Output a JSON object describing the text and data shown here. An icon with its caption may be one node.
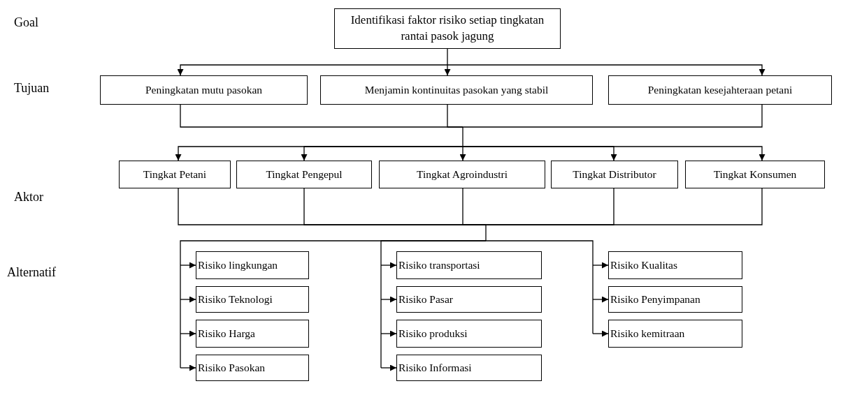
{
  "diagram": {
    "nodes": [
      {
        "text": [
          "Identifikasi faktor risiko setiap tingkatan rantai pasok jagung"
        ]
      },
      {
        "text": [
          "Peningkatan mutu pasokan"
        ]
      },
      {
        "text": [
          "Menjamin kontinuitas pasokan yang stabil"
        ]
      },
      {
        "text": [
          "Peningkatan kesejahteraan petani"
        ]
      },
      {
        "text": [
          "Tingkat Petani"
        ]
      },
      {
        "text": [
          "Tingkat Pengepul"
        ]
      },
      {
        "text": [
          "Tingkat Agroindustri"
        ]
      },
      {
        "text": [
          "Tingkat Distributor"
        ]
      },
      {
        "text": [
          "Tingkat Konsumen"
        ]
      },
      {
        "text": [
          "Risiko lingkungan"
        ]
      },
      {
        "text": [
          "Risiko Teknologi"
        ]
      },
      {
        "text": [
          "Risiko Harga"
        ]
      },
      {
        "text": [
          "Risiko Pasokan"
        ]
      },
      {
        "text": [
          "Risiko transportasi"
        ]
      },
      {
        "text": [
          "Risiko Pasar"
        ]
      },
      {
        "text": [
          "Risiko produksi"
        ]
      },
      {
        "text": [
          "Risiko Informasi"
        ]
      },
      {
        "text": [
          "Risiko Kualitas"
        ]
      },
      {
        "text": [
          "Risiko Penyimpanan"
        ]
      },
      {
        "text": [
          "Risiko kemitraan"
        ]
      }
    ],
    "edges": [
      {
        "from": 0,
        "to": 1,
        "arrow": "to"
      },
      {
        "from": 0,
        "to": 2,
        "arrow": "to"
      },
      {
        "from": 0,
        "to": 3,
        "arrow": "to"
      },
      {
        "from": 1,
        "to": 4,
        "arrow": "to"
      },
      {
        "from": 1,
        "to": 5,
        "arrow": "to"
      },
      {
        "from": 1,
        "to": 6,
        "arrow": "to"
      },
      {
        "from": 1,
        "to": 7,
        "arrow": "to"
      },
      {
        "from": 1,
        "to": 8,
        "arrow": "to"
      },
      {
        "from": 2,
        "to": 4,
        "arrow": "to"
      },
      {
        "from": 2,
        "to": 5,
        "arrow": "to"
      },
      {
        "from": 2,
        "to": 6,
        "arrow": "to"
      },
      {
        "from": 2,
        "to": 7,
        "arrow": "to"
      },
      {
        "from": 2,
        "to": 8,
        "arrow": "to"
      },
      {
        "from": 3,
        "to": 4,
        "arrow": "to"
      },
      {
        "from": 3,
        "to": 5,
        "arrow": "to"
      },
      {
        "from": 3,
        "to": 6,
        "arrow": "to"
      },
      {
        "from": 3,
        "to": 7,
        "arrow": "to"
      },
      {
        "from": 3,
        "to": 8,
        "arrow": "to"
      },
      {
        "from": 4,
        "to": 9,
        "arrow": "to"
      },
      {
        "from": 4,
        "to": 10,
        "arrow": "to"
      },
      {
        "from": 4,
        "to": 11,
        "arrow": "to"
      },
      {
        "from": 4,
        "to": 12,
        "arrow": "to"
      },
      {
        "from": 4,
        "to": 13,
        "arrow": "to"
      },
      {
        "from": 4,
        "to": 14,
        "arrow": "to"
      },
      {
        "from": 4,
        "to": 15,
        "arrow": "to"
      },
      {
        "from": 4,
        "to": 16,
        "arrow": "to"
      },
      {
        "from": 4,
        "to": 17,
        "arrow": "to"
      },
      {
        "from": 4,
        "to": 18,
        "arrow": "to"
      },
      {
        "from": 4,
        "to": 19,
        "arrow": "to"
      },
      {
        "from": 5,
        "to": 9,
        "arrow": "to"
      },
      {
        "from": 5,
        "to": 10,
        "arrow": "to"
      },
      {
        "from": 5,
        "to": 11,
        "arrow": "to"
      },
      {
        "from": 5,
        "to": 12,
        "arrow": "to"
      },
      {
        "from": 5,
        "to": 13,
        "arrow": "to"
      },
      {
        "from": 5,
        "to": 14,
        "arrow": "to"
      },
      {
        "from": 5,
        "to": 15,
        "arrow": "to"
      },
      {
        "from": 5,
        "to": 16,
        "arrow": "to"
      },
      {
        "from": 5,
        "to": 17,
        "arrow": "to"
      },
      {
        "from": 5,
        "to": 18,
        "arrow": "to"
      },
      {
        "from": 5,
        "to": 19,
        "arrow": "to"
      },
      {
        "from": 6,
        "to": 9,
        "arrow": "to"
      },
      {
        "from": 6,
        "to": 10,
        "arrow": "to"
      },
      {
        "from": 6,
        "to": 11,
        "arrow": "to"
      },
      {
        "from": 6,
        "to": 12,
        "arrow": "to"
      },
      {
        "from": 6,
        "to": 13,
        "arrow": "to"
      },
      {
        "from": 6,
        "to": 14,
        "arrow": "to"
      },
      {
        "from": 6,
        "to": 15,
        "arrow": "to"
      },
      {
        "from": 6,
        "to": 16,
        "arrow": "to"
      },
      {
        "from": 6,
        "to": 17,
        "arrow": "to"
      },
      {
        "from": 6,
        "to": 18,
        "arrow": "to"
      },
      {
        "from": 6,
        "to": 19,
        "arrow": "to"
      },
      {
        "from": 7,
        "to": 9,
        "arrow": "to"
      },
      {
        "from": 7,
        "to": 10,
        "arrow": "to"
      },
      {
        "from": 7,
        "to": 11,
        "arrow": "to"
      },
      {
        "from": 7,
        "to": 12,
        "arrow": "to"
      },
      {
        "from": 7,
        "to": 13,
        "arrow": "to"
      },
      {
        "from": 7,
        "to": 14,
        "arrow": "to"
      },
      {
        "from": 7,
        "to": 15,
        "arrow": "to"
      },
      {
        "from": 7,
        "to": 16,
        "arrow": "to"
      },
      {
        "from": 7,
        "to": 17,
        "arrow": "to"
      },
      {
        "from": 7,
        "to": 18,
        "arrow": "to"
      },
      {
        "from": 7,
        "to": 19,
        "arrow": "to"
      },
      {
        "from": 8,
        "to": 9,
        "arrow": "to"
      },
      {
        "from": 8,
        "to": 10,
        "arrow": "to"
      },
      {
        "from": 8,
        "to": 11,
        "arrow": "to"
      },
      {
        "from": 8,
        "to": 12,
        "arrow": "to"
      },
      {
        "from": 8,
        "to": 13,
        "arrow": "to"
      },
      {
        "from": 8,
        "to": 14,
        "arrow": "to"
      },
      {
        "from": 8,
        "to": 15,
        "arrow": "to"
      },
      {
        "from": 8,
        "to": 16,
        "arrow": "to"
      },
      {
        "from": 8,
        "to": 17,
        "arrow": "to"
      },
      {
        "from": 8,
        "to": 18,
        "arrow": "to"
      },
      {
        "from": 8,
        "to": 19,
        "arrow": "to"
      }
    ],
    "labels": [
      "Goal",
      "Tujuan",
      "Aktor",
      "Alternatif"
    ]
  }
}
